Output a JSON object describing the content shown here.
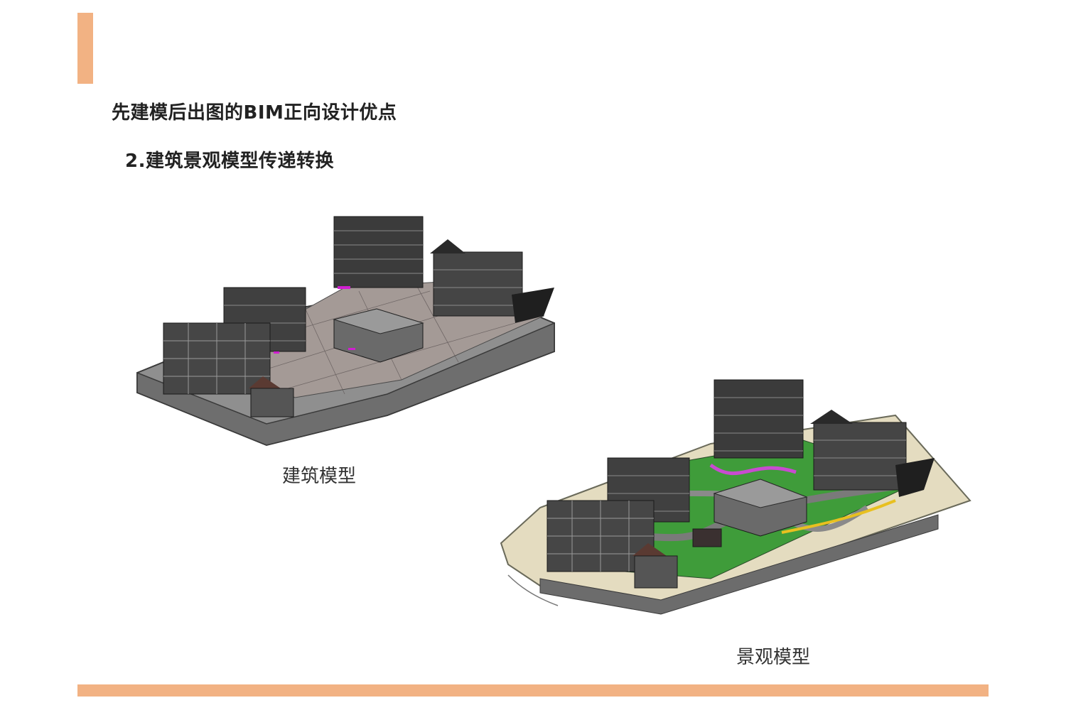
{
  "slide": {
    "title": "先建模后出图的BIM正向设计优点",
    "subtitle": "2.建筑景观模型传递转换",
    "accent_color": "#f2b283"
  },
  "figures": [
    {
      "caption": "建筑模型"
    },
    {
      "caption": "景观模型"
    }
  ]
}
